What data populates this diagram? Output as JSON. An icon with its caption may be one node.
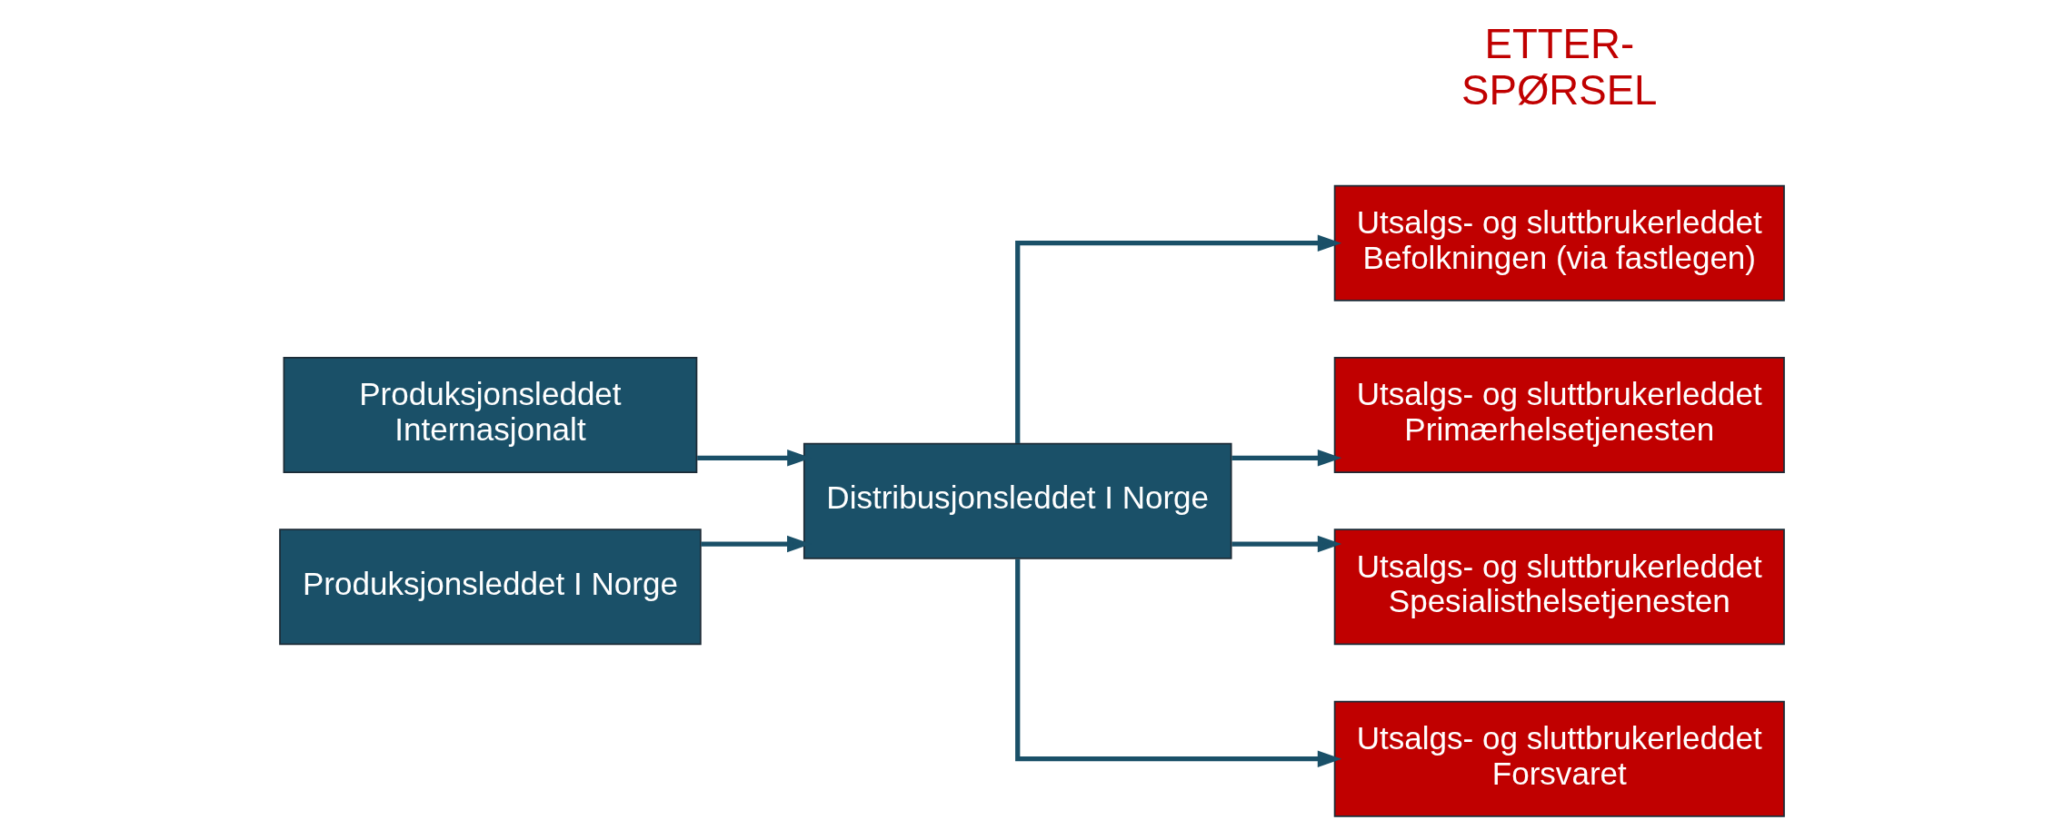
{
  "diagram": {
    "nodes": [
      {
        "text": [
          "Produksjonsleddet Internasjonalt"
        ]
      },
      {
        "text": [
          "Produksjonsleddet I Norge"
        ]
      },
      {
        "text": [
          "Distribusjonsleddet I Norge"
        ]
      },
      {
        "text": [
          "Utsalgs- og sluttbrukerleddet Befolkningen (via fastlegen)"
        ]
      },
      {
        "text": [
          "Utsalgs- og sluttbrukerleddet Primærhelsetjenesten"
        ]
      },
      {
        "text": [
          "Utsalgs- og sluttbrukerleddet Spesialisthelsetjenesten"
        ]
      },
      {
        "text": [
          "Utsalgs- og sluttbrukerleddet Forsvaret"
        ]
      }
    ],
    "edges": [
      {
        "from": 0,
        "to": 2,
        "arrow": "to"
      },
      {
        "from": 1,
        "to": 2,
        "arrow": "to"
      },
      {
        "from": 2,
        "to": 3,
        "arrow": "to"
      },
      {
        "from": 2,
        "to": 4,
        "arrow": "to"
      },
      {
        "from": 2,
        "to": 5,
        "arrow": "to"
      },
      {
        "from": 2,
        "to": 6,
        "arrow": "to"
      }
    ],
    "labels": [
      "ETTER- SPØRSEL"
    ]
  }
}
